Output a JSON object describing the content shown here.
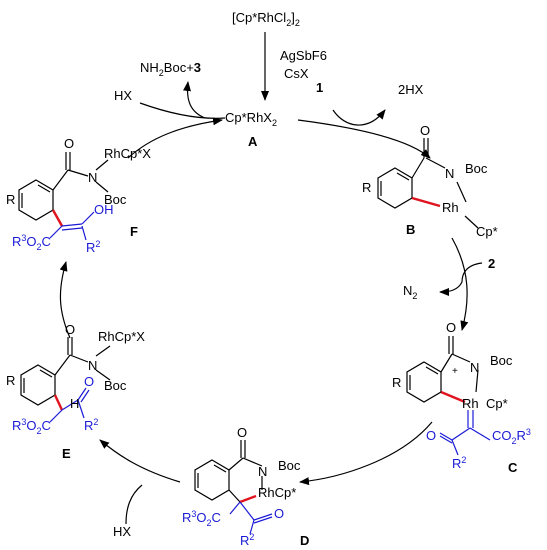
{
  "catalyst": {
    "base": "[Cp*RhCl",
    "sub": "2",
    "close": "]",
    "sub2": "2"
  },
  "reagents": {
    "line1": "AgSbF6",
    "line2": "CsX"
  },
  "side_top_left": {
    "pre": "NH",
    "sub": "2",
    "mid": "Boc+",
    "bold": "3"
  },
  "reactant_1": "1",
  "active": {
    "pre": "Cp*RhX",
    "sub": "2",
    "label": "A"
  },
  "hx_top": "HX",
  "byproduct_top_right": "2HX",
  "species_B": {
    "label": "B",
    "n": "N",
    "boc": "Boc",
    "r": "R",
    "rh": "Rh",
    "cp": "Cp*"
  },
  "reactant_2": "2",
  "n2": {
    "pre": "N",
    "sub": "2"
  },
  "species_C": {
    "label": "C",
    "n": "N",
    "boc": "Boc",
    "r": "R",
    "rh": "Rh",
    "cp": "Cp*",
    "plus": "+",
    "ester": "CO",
    "ester_sub": "2",
    "ester_r": "R",
    "ester_sup": "3",
    "r2": "R",
    "r2_sup": "2"
  },
  "species_D": {
    "label": "D",
    "n": "N",
    "boc": "Boc",
    "rh": "RhCp*",
    "ester": "R",
    "ester_sup": "3",
    "ester_o": "O",
    "ester_sub": "2",
    "ester_c": "C",
    "r2": "R",
    "r2_sup": "2"
  },
  "hx_bottom": "HX",
  "species_E": {
    "label": "E",
    "n": "N",
    "boc": "Boc",
    "rh": "RhCp*X",
    "r": "R",
    "h": "H",
    "ester": "R",
    "ester_sup": "3",
    "ester_o": "O",
    "ester_sub": "2",
    "ester_c": "C",
    "r2": "R",
    "r2_sup": "2"
  },
  "species_F": {
    "label": "F",
    "n": "N",
    "boc": "Boc",
    "rh": "RhCp*X",
    "r": "R",
    "oh": "OH",
    "ester": "R",
    "ester_sup": "3",
    "ester_o": "O",
    "ester_sub": "2",
    "ester_c": "C",
    "r2": "R",
    "r2_sup": "2"
  }
}
